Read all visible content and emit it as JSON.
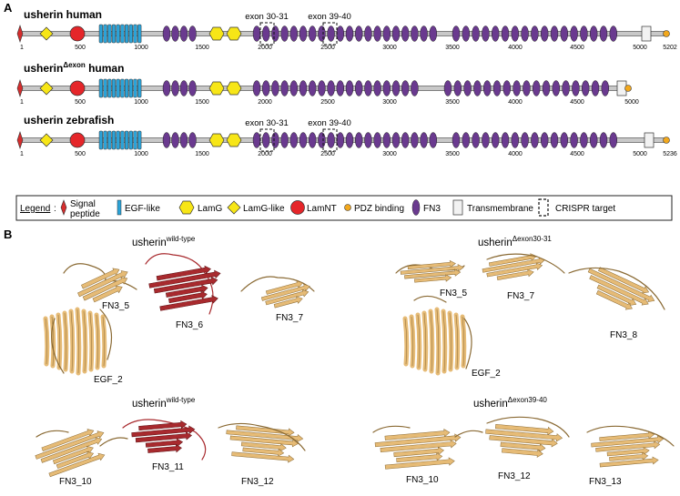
{
  "panels": {
    "a_letter": "A",
    "b_letter": "B"
  },
  "rows": [
    {
      "title_main": "usherin human",
      "title_sup": "",
      "title_tail": "",
      "end_label": "5202",
      "show_exon_labels": true,
      "show_exon_boxes": true,
      "fn3_count_right": 17
    },
    {
      "title_main": "usherin",
      "title_sup": "Δexon",
      "title_tail": " human",
      "end_label": "5000",
      "show_exon_labels": false,
      "show_exon_boxes": false,
      "fn3_count_right": 17
    },
    {
      "title_main": "usherin zebrafish",
      "title_sup": "",
      "title_tail": "",
      "end_label": "5236",
      "show_exon_labels": true,
      "show_exon_boxes": true,
      "fn3_count_right": 17
    }
  ],
  "ticks": {
    "row1": [
      "1",
      "500",
      "1000",
      "1500",
      "2000",
      "2500",
      "3000",
      "3500",
      "4000",
      "4500",
      "5000"
    ],
    "row2": [
      "1",
      "500",
      "1000",
      "1500",
      "2000",
      "2500",
      "3000",
      "3500",
      "4000",
      "4500"
    ],
    "row3": [
      "1",
      "500",
      "1000",
      "1500",
      "2000",
      "2500",
      "3000",
      "3500",
      "4000",
      "4500",
      "5000"
    ]
  },
  "exon_labels": {
    "first": "exon 30-31",
    "second": "exon 39-40"
  },
  "legend": {
    "title": "Legend",
    "colon": ":",
    "items": [
      {
        "name": "signal",
        "label": "Signal",
        "label2": "peptide"
      },
      {
        "name": "egf",
        "label": "EGF-like"
      },
      {
        "name": "lamg",
        "label": "LamG"
      },
      {
        "name": "lamglike",
        "label": "LamG-like"
      },
      {
        "name": "lamnt",
        "label": "LamNT"
      },
      {
        "name": "pdz",
        "label": "PDZ binding"
      },
      {
        "name": "fn3",
        "label": "FN3"
      },
      {
        "name": "tm",
        "label": "Transmembrane"
      },
      {
        "name": "crispr",
        "label": "CRISPR target"
      }
    ]
  },
  "colors": {
    "signal": "#d62d2d",
    "egf": "#2ba3d8",
    "lamg": "#f7e617",
    "lamnt": "#e5262a",
    "pdz": "#f2a81d",
    "fn3": "#6a3a8f",
    "tm": "#f2f2f2",
    "backbone": "#c8c8c8",
    "protein_tan": "#e6bb76",
    "protein_red": "#a82a2e"
  },
  "structures": [
    {
      "title_main": "usherin",
      "title_sup": "wild-type",
      "labels": [
        "FN3_5",
        "FN3_6",
        "FN3_7",
        "EGF_2"
      ]
    },
    {
      "title_main": "usherin",
      "title_sup": "Δexon30-31",
      "labels": [
        "FN3_5",
        "FN3_7",
        "FN3_8",
        "EGF_2"
      ]
    },
    {
      "title_main": "usherin",
      "title_sup": "wild-type",
      "labels": [
        "FN3_10",
        "FN3_11",
        "FN3_12"
      ]
    },
    {
      "title_main": "usherin",
      "title_sup": "Δexon39-40",
      "labels": [
        "FN3_10",
        "FN3_12",
        "FN3_13"
      ]
    }
  ]
}
